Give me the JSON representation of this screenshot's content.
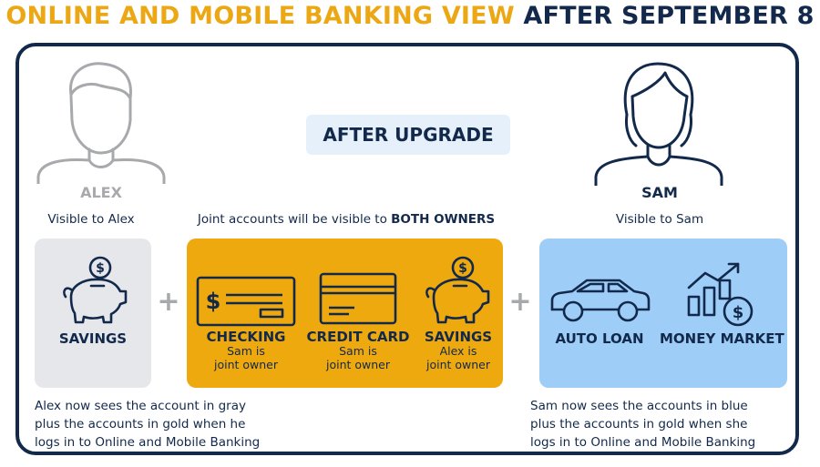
{
  "title": {
    "gold_part": "ONLINE AND MOBILE BANKING VIEW",
    "navy_part": "AFTER SEPTEMBER 8"
  },
  "badge": "AFTER UPGRADE",
  "people": {
    "alex": {
      "name": "ALEX",
      "visible_label": "Visible to Alex",
      "color": "#A7A9AC"
    },
    "sam": {
      "name": "SAM",
      "visible_label": "Visible to Sam",
      "color": "#13294B"
    }
  },
  "joint_caption": {
    "text": "Joint accounts will be visible to ",
    "bold": "BOTH OWNERS"
  },
  "alex_panel": {
    "label": "SAVINGS",
    "color": "#E6E7EA"
  },
  "joint_panel": {
    "color": "#EEA90F",
    "accounts": [
      {
        "label": "CHECKING",
        "sub1": "Sam is",
        "sub2": "joint owner"
      },
      {
        "label": "CREDIT CARD",
        "sub1": "Sam is",
        "sub2": "joint owner"
      },
      {
        "label": "SAVINGS",
        "sub1": "Alex is",
        "sub2": "joint owner"
      }
    ]
  },
  "sam_panel": {
    "color": "#9ECEF7",
    "accounts": [
      {
        "label": "AUTO LOAN"
      },
      {
        "label": "MONEY MARKET"
      }
    ]
  },
  "plus_sign": "+",
  "dollar_sign": "$",
  "notes": {
    "alex": [
      "Alex now sees the account in gray",
      "plus the accounts in gold when he",
      "logs in to Online and Mobile Banking"
    ],
    "sam": [
      "Sam now sees the accounts in blue",
      "plus the accounts in gold when she",
      "logs in to Online and Mobile Banking"
    ]
  },
  "colors": {
    "navy": "#13294B",
    "gold": "#EBA814",
    "gray": "#A7A9AC"
  }
}
